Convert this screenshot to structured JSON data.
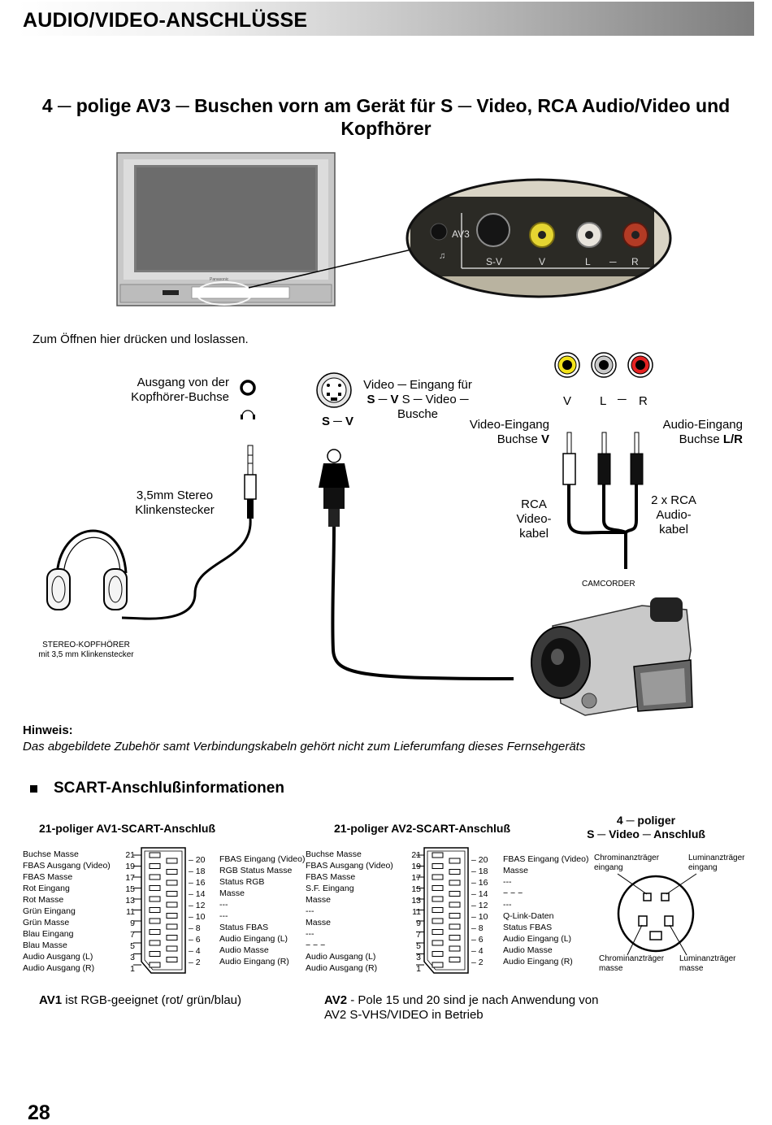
{
  "header": {
    "title": "AUDIO/VIDEO-ANSCHLÜSSE"
  },
  "heading": {
    "line1": "4 ─ polige AV3 ─ Buschen vorn am Gerät für S ─ Video, RCA Audio/Video und",
    "line2": "Kopfhörer"
  },
  "tv": {
    "open_hint": "Zum Öffnen hier drücken und loslassen.",
    "brand": "Panasonic"
  },
  "panel": {
    "av3": "AV3",
    "labels": [
      "S-V",
      "V",
      "L",
      "R"
    ],
    "dash": "─"
  },
  "jacks": {
    "headphone_out": [
      "Ausgang von der",
      "Kopfhörer-Buchse"
    ],
    "sv_label": "S ─ V",
    "video_in": {
      "line1": "Video ─ Eingang für",
      "line2_bold": "S ─ V",
      "line2_rest": " S ─ Video ─",
      "line3": "Busche"
    },
    "v": "V",
    "l": "L",
    "dash": "─",
    "r": "R",
    "video_eingang": {
      "line1": "Video-Eingang",
      "line2": "Buchse ",
      "bold": "V"
    },
    "audio_eingang": {
      "line1": "Audio-Eingang",
      "line2": "Buchse ",
      "bold": "L/R"
    }
  },
  "cables": {
    "stereo_plug": [
      "3,5mm Stereo",
      "Klinkenstecker"
    ],
    "rca_video": [
      "RCA",
      "Video-",
      "kabel"
    ],
    "rca_audio": [
      "2 x RCA",
      "Audio-",
      "kabel"
    ],
    "camcorder": "CAMCORDER",
    "headphones": [
      "STEREO-KOPFHÖRER",
      "mit 3,5 mm Klinkenstecker"
    ]
  },
  "note": {
    "title": "Hinweis:",
    "text": "Das abgebildete Zubehör samt Verbindungskabeln gehört nicht zum Lieferumfang dieses Fernsehgeräts"
  },
  "scart": {
    "section_title": "SCART-Anschlußinformationen",
    "av1": {
      "title": "21-poliger AV1-SCART-Anschluß",
      "left_labels": [
        "Buchse Masse",
        "FBAS Ausgang (Video)",
        "FBAS Masse",
        "Rot Eingang",
        "Rot Masse",
        "Grün Eingang",
        "Grün Masse",
        "Blau Eingang",
        "Blau Masse",
        "Audio Ausgang (L)",
        "Audio Ausgang (R)"
      ],
      "left_pins": [
        "21",
        "19",
        "17",
        "15",
        "13",
        "11",
        "9",
        "7",
        "5",
        "3",
        "1"
      ],
      "right_pins": [
        "20",
        "18",
        "16",
        "14",
        "12",
        "10",
        "8",
        "6",
        "4",
        "2"
      ],
      "right_labels": [
        "FBAS Eingang (Video)",
        "RGB Status Masse",
        "Status RGB",
        "Masse",
        "---",
        "---",
        "Status FBAS",
        "Audio Eingang (L)",
        "Audio Masse",
        "Audio Eingang (R)"
      ],
      "note_bold": "AV1",
      "note": " ist RGB-geeignet (rot/ grün/blau)"
    },
    "av2": {
      "title": "21-poliger AV2-SCART-Anschluß",
      "left_labels": [
        "Buchse Masse",
        "FBAS Ausgang (Video)",
        "FBAS Masse",
        "S.F. Eingang",
        "Masse",
        "---",
        "Masse",
        "---",
        "− − −",
        "Audio Ausgang (L)",
        "Audio Ausgang (R)"
      ],
      "left_pins": [
        "21",
        "19",
        "17",
        "15",
        "13",
        "11",
        "9",
        "7",
        "5",
        "3",
        "1"
      ],
      "right_pins": [
        "20",
        "18",
        "16",
        "14",
        "12",
        "10",
        "8",
        "6",
        "4",
        "2"
      ],
      "right_labels": [
        "FBAS Eingang (Video)",
        "Masse",
        "---",
        "− − −",
        "---",
        "Q-Link-Daten",
        "Status FBAS",
        "Audio Eingang (L)",
        "Audio Masse",
        "Audio Eingang (R)"
      ],
      "note_bold": "AV2",
      "note": " - Pole 15 und 20 sind je nach Anwendung von",
      "note2": "AV2 S-VHS/VIDEO in Betrieb"
    },
    "svideo": {
      "title1": "4 ─ poliger",
      "title2": "S ─ Video ─ Anschluß",
      "chroma_in": [
        "Chrominanzträger",
        "eingang"
      ],
      "luma_in": [
        "Luminanzträger",
        "eingang"
      ],
      "chroma_gnd": [
        "Chrominanzträger",
        "masse"
      ],
      "luma_gnd": [
        "Luminanzträger",
        "masse"
      ]
    }
  },
  "page_number": "28"
}
